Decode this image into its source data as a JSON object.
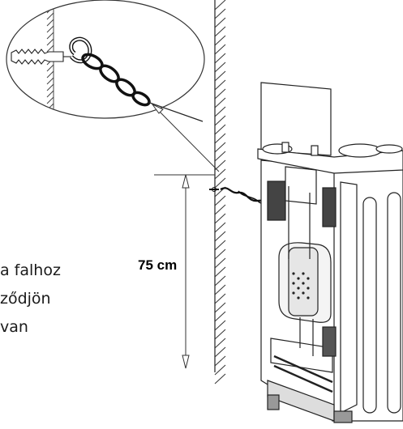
{
  "diagram": {
    "height_label": "75 cm",
    "instruction_lines": [
      "a falhoz",
      "ződjön",
      "van"
    ]
  }
}
